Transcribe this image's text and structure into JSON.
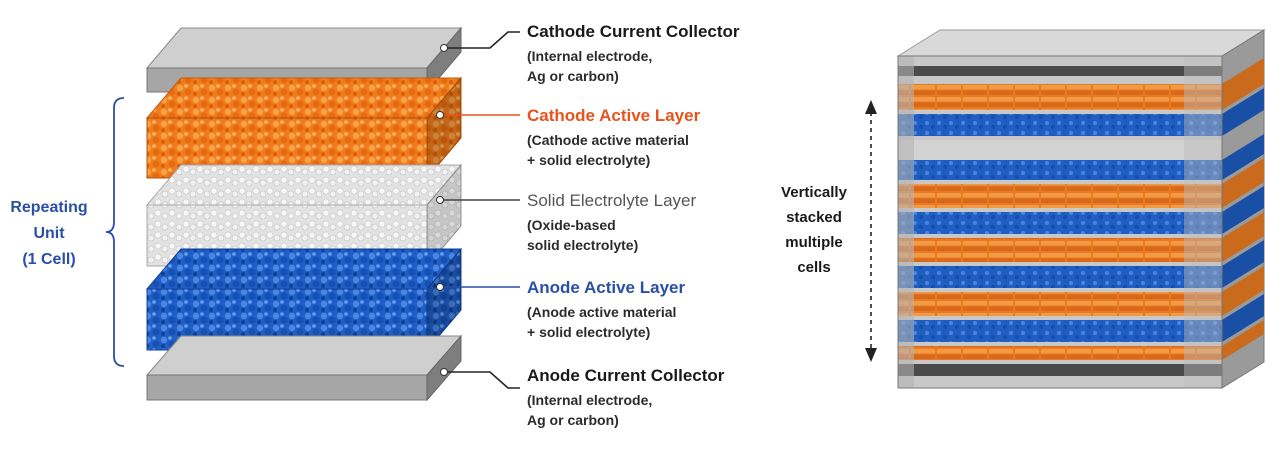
{
  "repeating_unit": {
    "line1": "Repeating",
    "line2": "Unit",
    "line3": "(1 Cell)"
  },
  "layers": [
    {
      "title": "Cathode Current Collector",
      "desc_line1": "(Internal electrode,",
      "desc_line2": "Ag or carbon)",
      "title_color": "#1a1a1a"
    },
    {
      "title": "Cathode Active Layer",
      "desc_line1": "(Cathode active material",
      "desc_line2": "+ solid electrolyte)",
      "title_color": "#e8531c"
    },
    {
      "title": "Solid Electrolyte Layer",
      "desc_line1": "(Oxide-based",
      "desc_line2": "solid electrolyte)",
      "title_color": "#555555"
    },
    {
      "title": "Anode Active Layer",
      "desc_line1": "(Anode active material",
      "desc_line2": "+ solid electrolyte)",
      "title_color": "#2a4fa8"
    },
    {
      "title": "Anode Current Collector",
      "desc_line1": "(Internal electrode,",
      "desc_line2": "Ag or carbon)",
      "title_color": "#1a1a1a"
    }
  ],
  "stack_label": {
    "line1": "Vertically",
    "line2": "stacked",
    "line3": "multiple",
    "line4": "cells"
  },
  "colors": {
    "cathode": "#f07d1c",
    "anode": "#1e5fc8",
    "electrolyte": "#e6e6e6",
    "collector": "#9e9e9e",
    "repeating_unit_text": "#2a4fa8"
  }
}
